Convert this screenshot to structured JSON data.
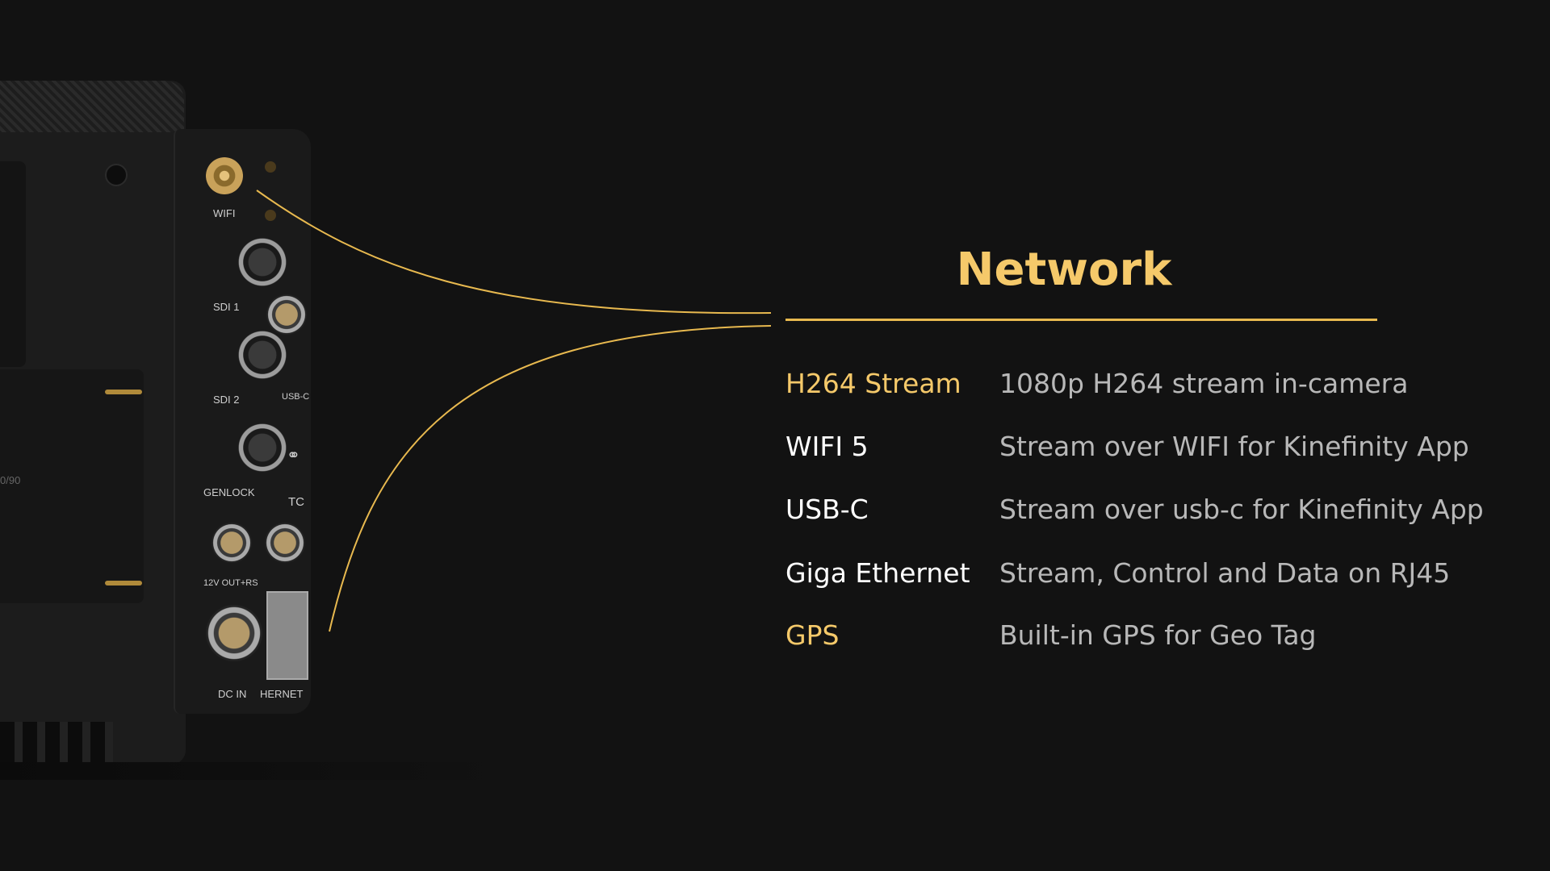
{
  "title": "Network",
  "colors": {
    "accent": "#f5c96a",
    "label": "#ffffff",
    "description": "#b8b8b8",
    "background": "#121212"
  },
  "features": [
    {
      "label": "H264 Stream",
      "description": "1080p H264 stream in-camera",
      "highlight": true
    },
    {
      "label": "WIFI 5",
      "description": "Stream over WIFI for Kinefinity App",
      "highlight": false
    },
    {
      "label": "USB-C",
      "description": "Stream over usb-c for Kinefinity App",
      "highlight": false
    },
    {
      "label": "Giga Ethernet",
      "description": "Stream, Control and Data on RJ45",
      "highlight": false
    },
    {
      "label": "GPS",
      "description": "Built-in GPS for Geo Tag",
      "highlight": true
    }
  ],
  "device_ports": {
    "wifi": "WIFI",
    "sdi1": "SDI 1",
    "sdi2": "SDI 2",
    "genlock": "GENLOCK",
    "out12v": "12V OUT+RS",
    "dcin": "DC IN",
    "tc": "TC",
    "usbc": "USB-C",
    "ethernet": "HERNET",
    "mount_text": "0/90"
  }
}
